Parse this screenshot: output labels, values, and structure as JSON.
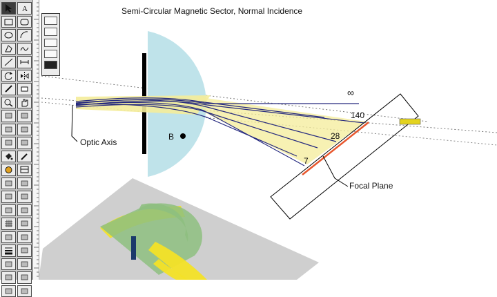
{
  "diagram": {
    "title": "Semi-Circular Magnetic Sector, Normal Incidence",
    "optic_axis_label": "Optic Axis",
    "field_label": "B",
    "focal_plane_label": "Focal Plane",
    "focal_marks": [
      "∞",
      "140",
      "28",
      "7"
    ]
  },
  "tool_palette": {
    "tools": [
      "select-arrow-icon",
      "text-tool-icon",
      "rectangle-tool-icon",
      "rounded-rect-tool-icon",
      "oval-tool-icon",
      "arc-tool-icon",
      "polygon-tool-icon",
      "freehand-tool-icon",
      "line-tool-icon",
      "dimension-tool-icon",
      "rotate-tool-icon",
      "mirror-tool-icon",
      "pencil-tool-icon",
      "eraser-tool-icon",
      "zoom-tool-icon",
      "hand-tool-icon",
      "layer-tool-icon",
      "group-tool-icon",
      "align-tool-icon",
      "grid-tool-icon",
      "point-tool-icon",
      "curve-tool-icon",
      "fill-bucket-icon",
      "eyedropper-icon",
      "color-fill-icon",
      "pattern-fill-icon",
      "stroke-tool-icon",
      "pen-weight-icon",
      "shadow-tool-icon",
      "object-info-icon",
      "nudge-left-icon",
      "nudge-right-icon",
      "snap-grid-icon",
      "snap-object-icon",
      "scale-tool-icon",
      "lock-tool-icon",
      "line-weight-icon",
      "arrowhead-icon",
      "pen-color-icon",
      "pen-pattern-icon",
      "fill-color-icon",
      "fill-pattern-icon",
      "dash-style-icon",
      "line-style-icon"
    ]
  },
  "colors": {
    "sector": "#bfe3ea",
    "beam_yellow": "#f4ec9a",
    "ray_blue": "#24287e",
    "focal_line": "#e8562c",
    "detector_tag": "#e3d31f",
    "floor_3d": "#cfcfcf",
    "magnet_3d": "#8ebf80",
    "beam_3d": "#f3e227"
  }
}
